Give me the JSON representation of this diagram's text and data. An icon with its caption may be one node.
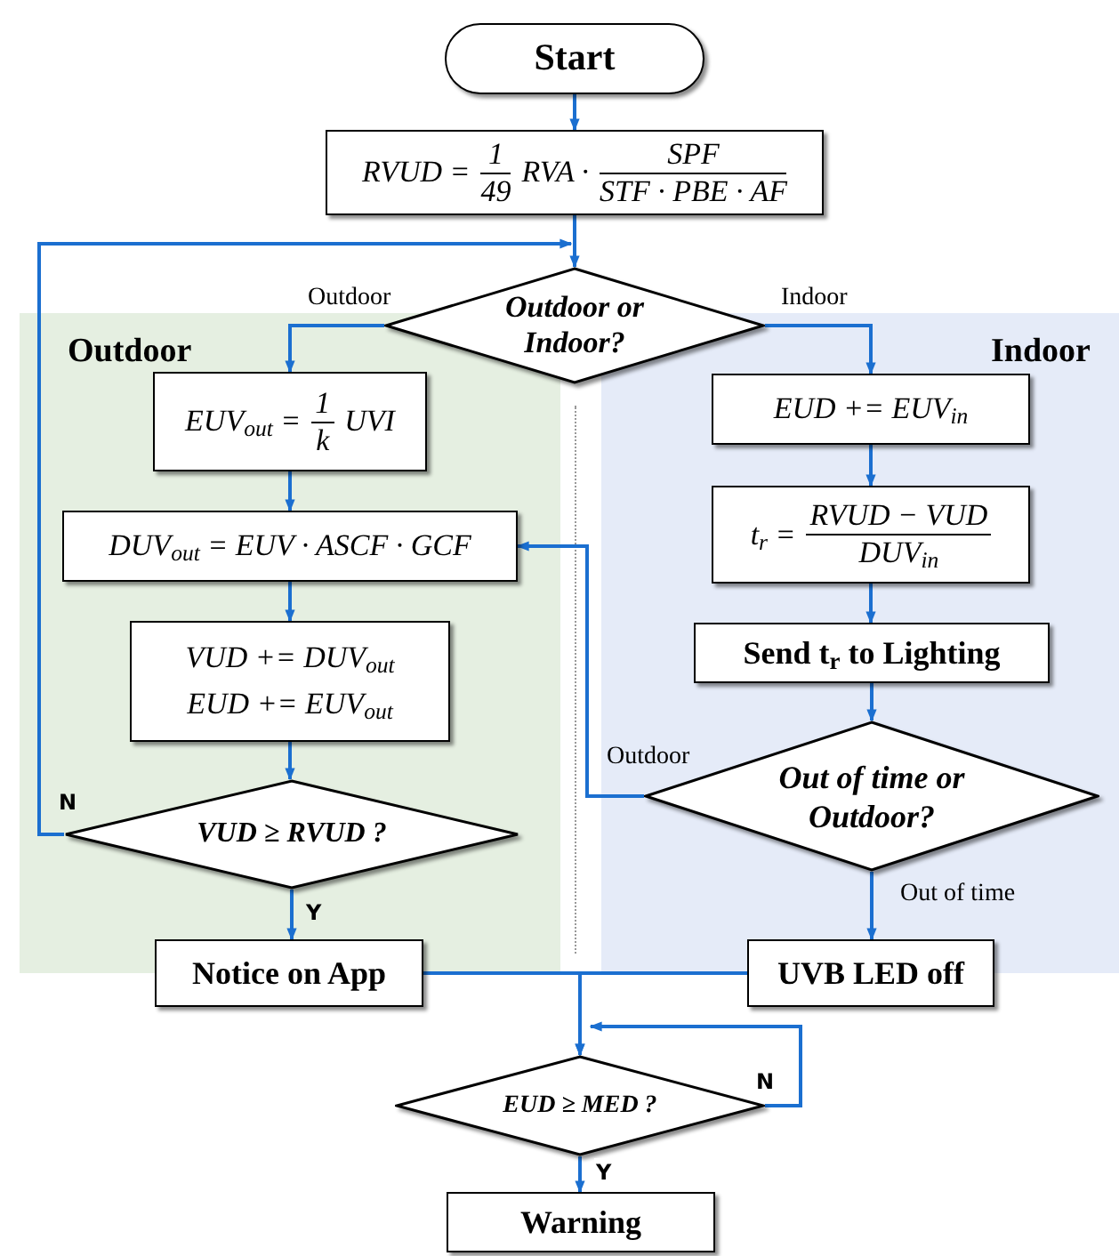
{
  "diagram": {
    "nodes": [
      {
        "text": [
          "Outdoor"
        ]
      },
      {
        "text": [
          "Indoor"
        ]
      },
      {
        "text": [
          "Start"
        ]
      },
      {
        "text": [
          "RVUD =",
          "1",
          "49",
          "RVA ·",
          "SPF",
          "STF · PBE · AF"
        ]
      },
      {
        "text": [
          "Outdoor or Indoor?"
        ]
      },
      {
        "text": [
          "EUV$_{out}$ =",
          "1",
          "k",
          "UVI"
        ],
        "in": 0
      },
      {
        "text": [
          "EUD += EUV$_{in}$"
        ],
        "in": 1
      },
      {
        "text": [
          "DUV$_{out}$ = EUV · ASCF · GCF"
        ],
        "in": 0
      },
      {
        "text": [
          "t$_{r}$ =",
          "RVUD − VUD",
          "DUV$_{in}$"
        ],
        "in": 1
      },
      {
        "text": [
          "VUD += DUV$_{out}$",
          "EUD += EUV$_{out}$"
        ],
        "in": 0
      },
      {
        "text": [
          "Send t$_{r}$ to Lighting"
        ],
        "in": 1
      },
      {
        "text": [
          "VUD ≥ RVUD ?"
        ],
        "in": 0
      },
      {
        "text": [
          "Out of time or Outdoor?"
        ],
        "in": 1
      },
      {
        "text": [
          "Notice on App"
        ]
      },
      {
        "text": [
          "UVB LED off"
        ]
      },
      {
        "text": [
          "EUD ≥ MED ?"
        ]
      },
      {
        "text": [
          "Warning"
        ]
      }
    ],
    "edges": [
      {
        "from": 2,
        "to": 3,
        "arrow": "to"
      },
      {
        "from": 3,
        "to": 4,
        "arrow": "to"
      },
      {
        "from": 4,
        "to": 5,
        "arrow": "to",
        "label": "Outdoor"
      },
      {
        "from": 4,
        "to": 6,
        "arrow": "to",
        "label": "Indoor"
      },
      {
        "from": 5,
        "to": 7,
        "arrow": "to"
      },
      {
        "from": 7,
        "to": 9,
        "arrow": "to"
      },
      {
        "from": 9,
        "to": 11,
        "arrow": "to"
      },
      {
        "from": 11,
        "to": 4,
        "arrow": "to",
        "label": "N"
      },
      {
        "from": 11,
        "to": 13,
        "arrow": "to",
        "label": "Y"
      },
      {
        "from": 6,
        "to": 8,
        "arrow": "to"
      },
      {
        "from": 8,
        "to": 10,
        "arrow": "to"
      },
      {
        "from": 10,
        "to": 12,
        "arrow": "to"
      },
      {
        "from": 12,
        "to": 7,
        "arrow": "to",
        "label": "Outdoor"
      },
      {
        "from": 12,
        "to": 14,
        "arrow": "to",
        "label": "Out of time"
      },
      {
        "from": 13,
        "to": 15,
        "arrow": "to"
      },
      {
        "from": 14,
        "to": 15,
        "arrow": "to"
      },
      {
        "from": 15,
        "to": 15,
        "arrow": "to",
        "label": "N"
      },
      {
        "from": 15,
        "to": 16,
        "arrow": "to",
        "label": "Y"
      }
    ]
  }
}
